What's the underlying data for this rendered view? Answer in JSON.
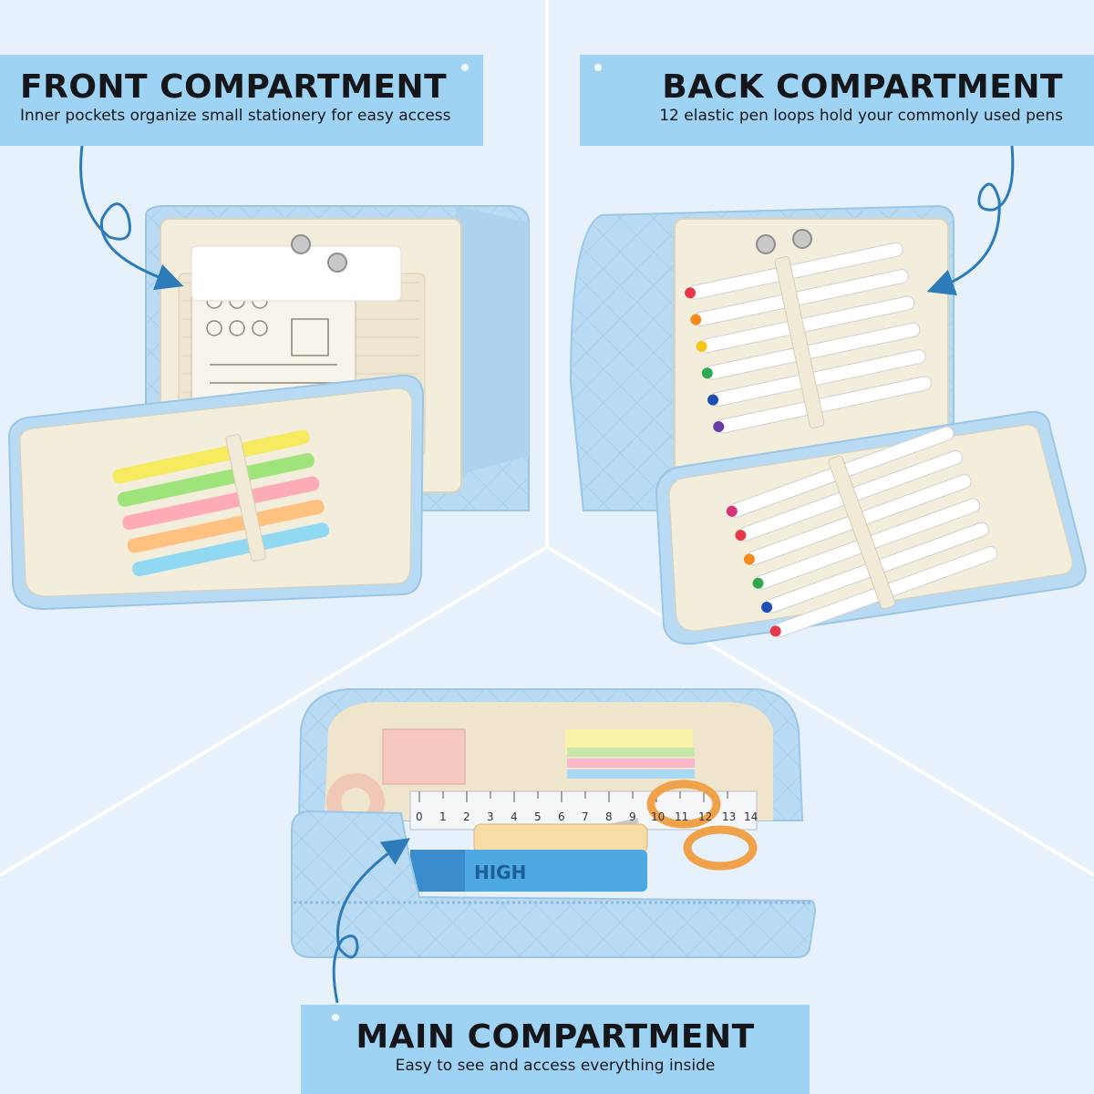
{
  "front": {
    "title": "FRONT COMPARTMENT",
    "description": "Inner pockets organize small stationery for easy access"
  },
  "back": {
    "title": "BACK COMPARTMENT",
    "description": "12 elastic pen loops hold your commonly used pens"
  },
  "main": {
    "title": "MAIN COMPARTMENT",
    "description": "Easy to see and access everything inside"
  },
  "ruler_marks": [
    "0",
    "1",
    "2",
    "3",
    "4",
    "5",
    "6",
    "7",
    "8",
    "9",
    "10",
    "11",
    "12",
    "13",
    "14"
  ],
  "highlighter_text": "HIGH",
  "colors": {
    "background": "#e6f1fc",
    "label": "#9fd3f4",
    "case_blue": "#b9daf3",
    "lining": "#f3eddc",
    "arrow": "#2d7bb8"
  },
  "marker_colors": [
    "#e7384a",
    "#f28a1d",
    "#f5c518",
    "#2fa84f",
    "#1f4fb5",
    "#6a3aa8",
    "#d6337a",
    "#e7384a",
    "#f28a1d",
    "#f5c518",
    "#2fa84f",
    "#1f4fb5"
  ],
  "highlighter_colors": [
    "#f6e94a",
    "#8fe06a",
    "#ff9fb2",
    "#ffb870",
    "#7fd4f7"
  ]
}
